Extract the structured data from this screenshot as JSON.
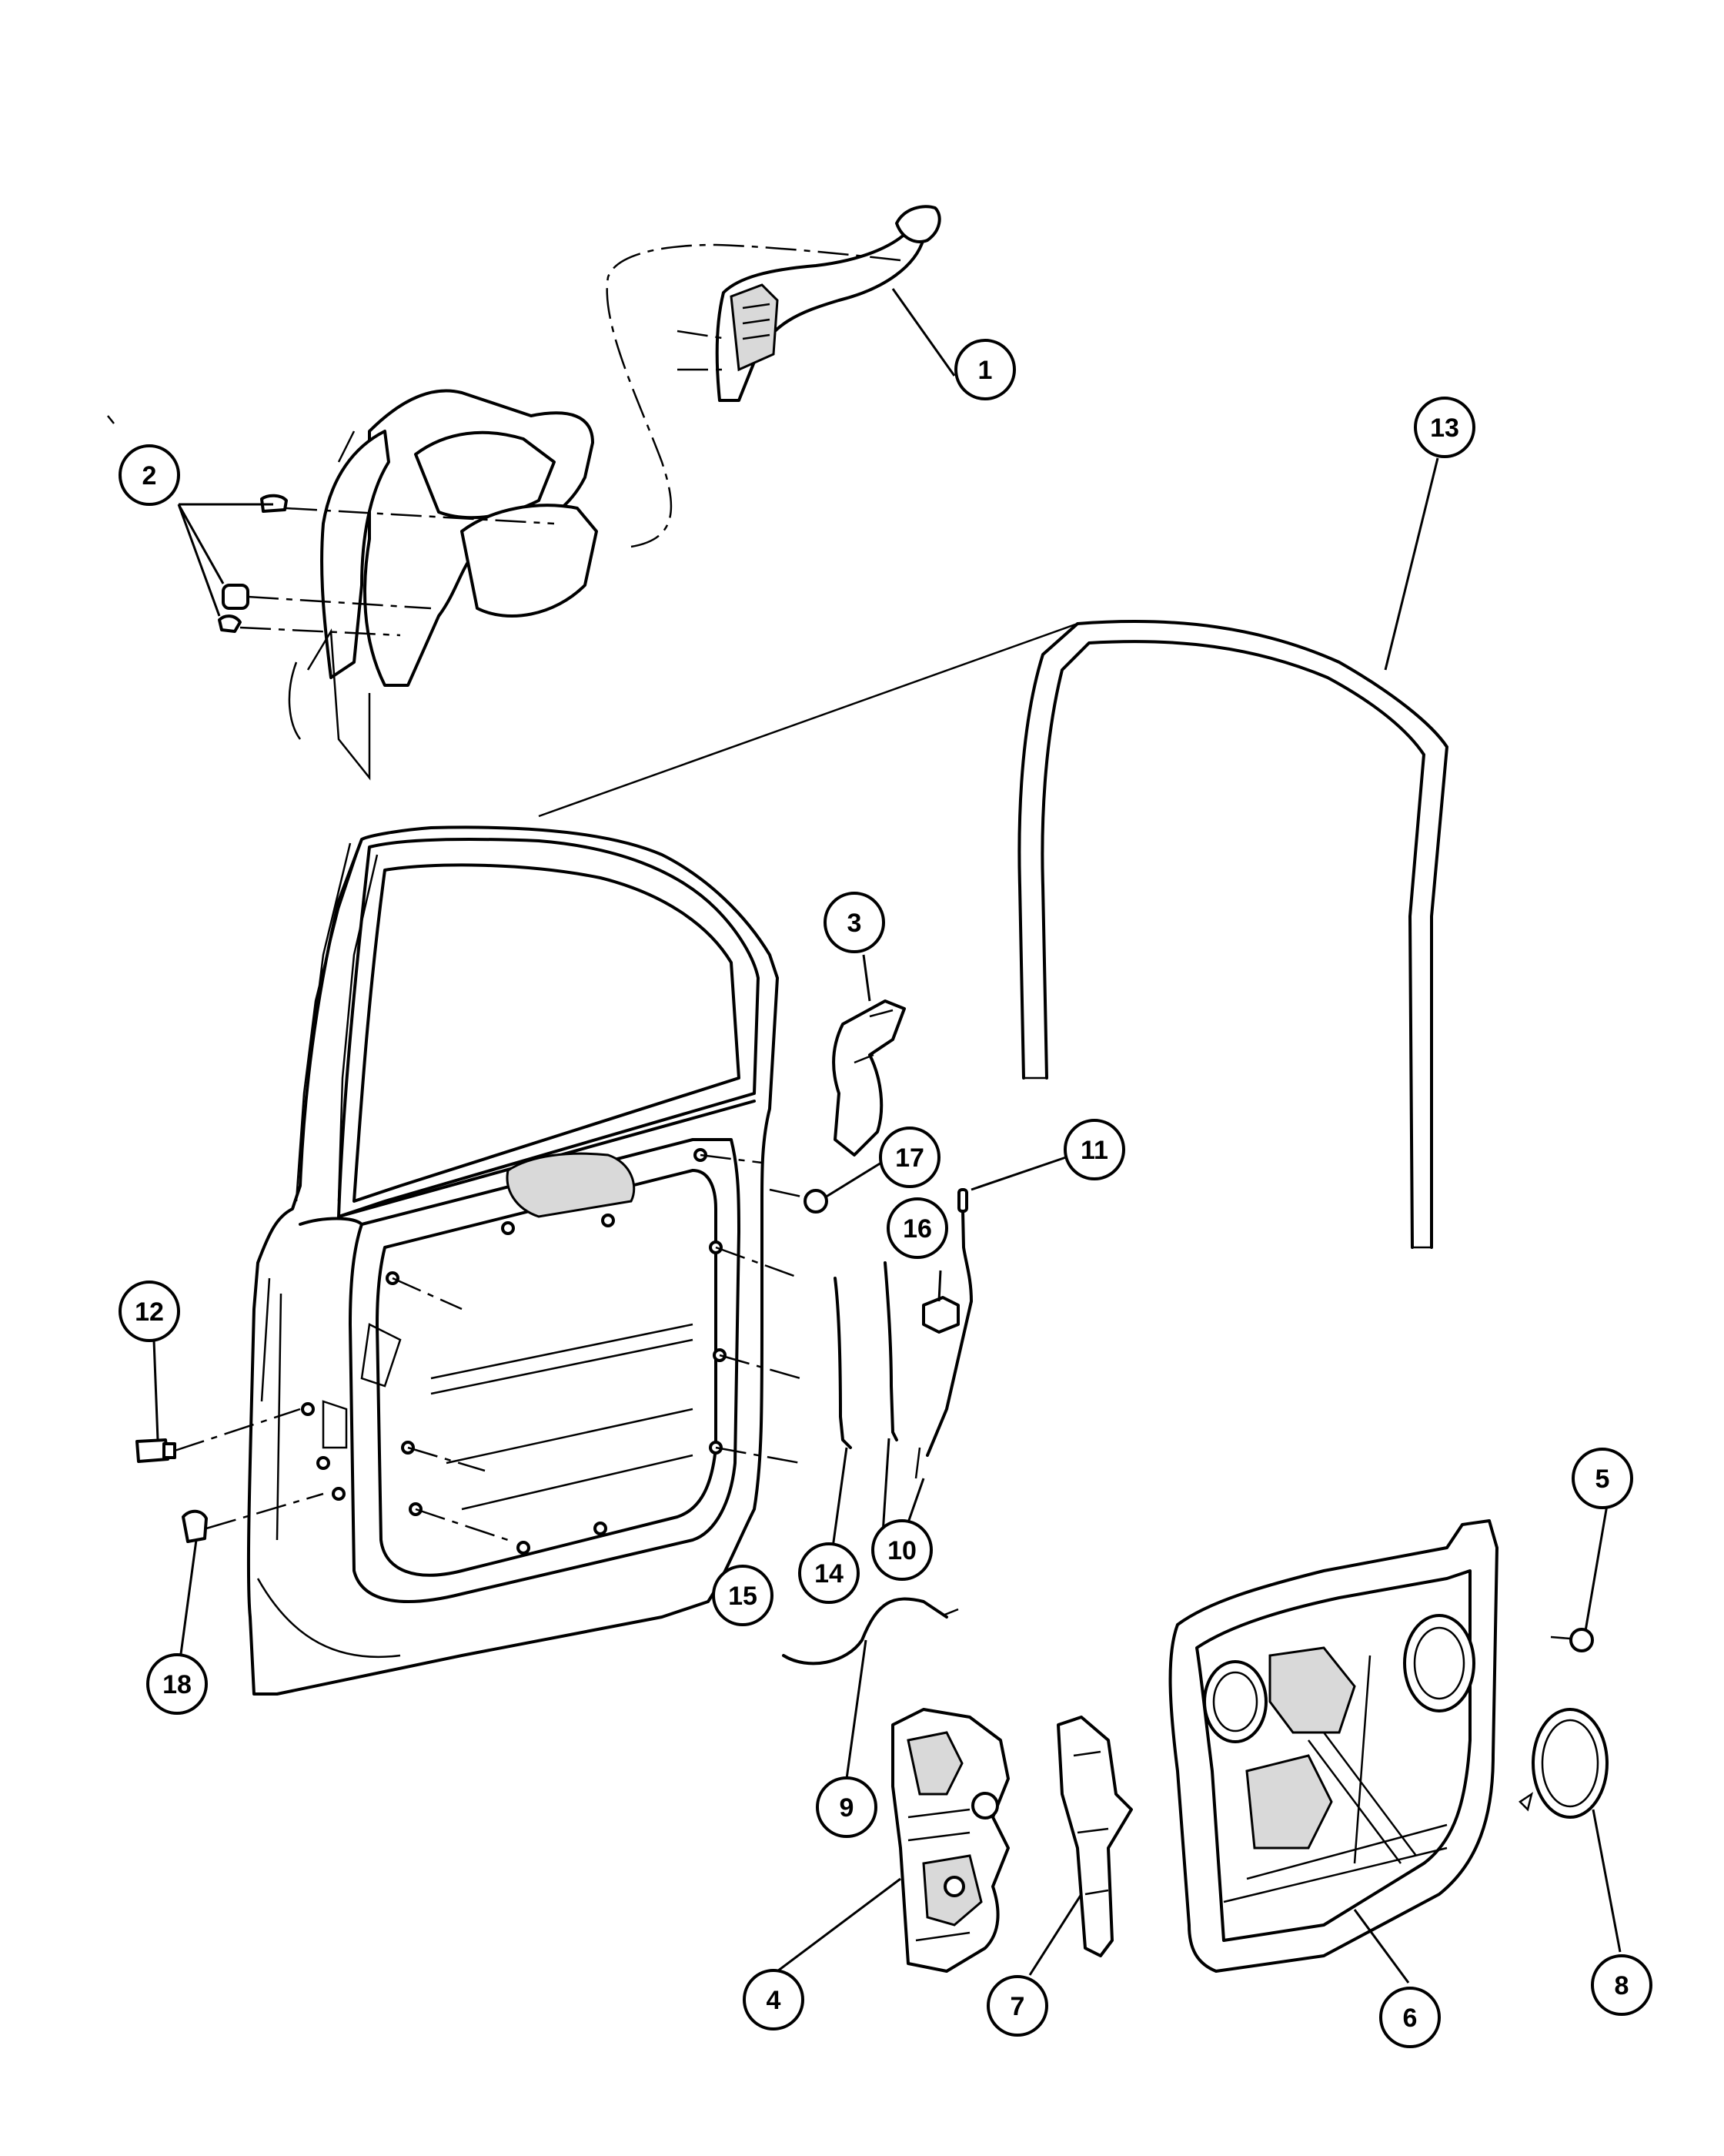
{
  "callouts": [
    {
      "id": "1",
      "label": "1"
    },
    {
      "id": "2",
      "label": "2"
    },
    {
      "id": "3",
      "label": "3"
    },
    {
      "id": "4",
      "label": "4"
    },
    {
      "id": "5",
      "label": "5"
    },
    {
      "id": "6",
      "label": "6"
    },
    {
      "id": "7",
      "label": "7"
    },
    {
      "id": "8",
      "label": "8"
    },
    {
      "id": "9",
      "label": "9"
    },
    {
      "id": "10",
      "label": "10"
    },
    {
      "id": "11",
      "label": "11"
    },
    {
      "id": "12",
      "label": "12"
    },
    {
      "id": "13",
      "label": "13"
    },
    {
      "id": "14",
      "label": "14"
    },
    {
      "id": "15",
      "label": "15"
    },
    {
      "id": "16",
      "label": "16"
    },
    {
      "id": "17",
      "label": "17"
    },
    {
      "id": "18",
      "label": "18"
    }
  ],
  "colors": {
    "line": "#000000",
    "background": "#ffffff",
    "shade": "#d9d9d9"
  }
}
